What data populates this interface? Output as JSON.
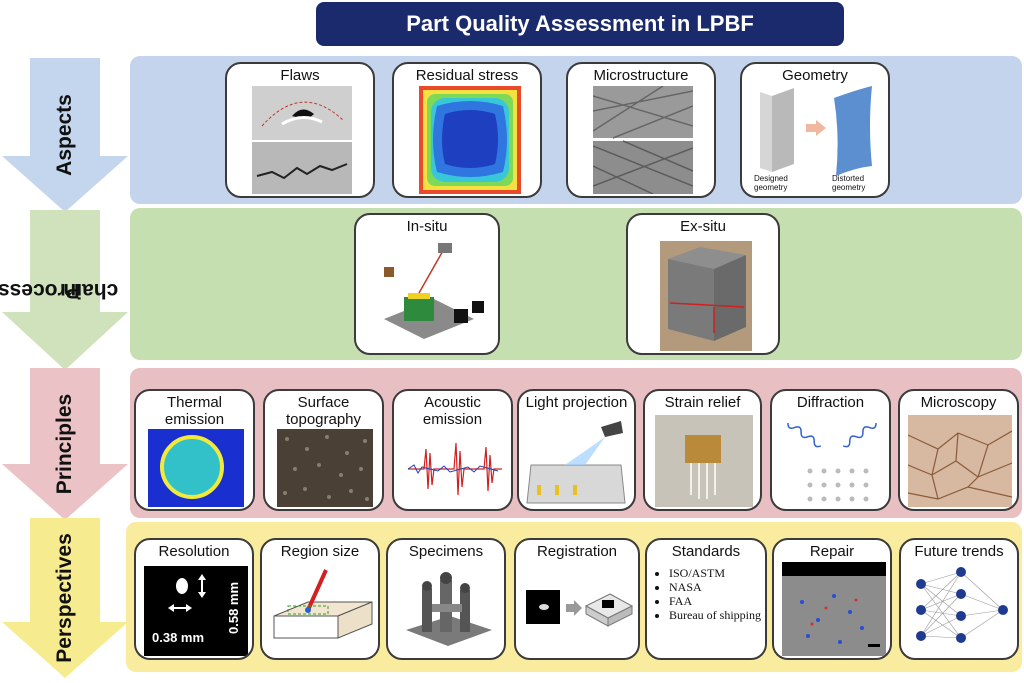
{
  "title": "Part Quality Assessment in LPBF",
  "rows": {
    "aspects": {
      "label": "Aspects"
    },
    "process": {
      "label_line1": "Process",
      "label_line2": "chain"
    },
    "principles": {
      "label": "Principles"
    },
    "perspectives": {
      "label": "Perspectives"
    }
  },
  "aspects": [
    "Flaws",
    "Residual stress",
    "Microstructure",
    "Geometry"
  ],
  "geometry_labels": {
    "designed": "Designed geometry",
    "distorted": "Distorted geometry"
  },
  "process": [
    "In-situ",
    "Ex-situ"
  ],
  "principles": {
    "thermal_1": "Thermal",
    "thermal_2": "emission",
    "surface_1": "Surface",
    "surface_2": "topography",
    "acoustic_1": "Acoustic",
    "acoustic_2": "emission",
    "light": "Light projection",
    "strain": "Strain relief",
    "diffraction": "Diffraction",
    "microscopy": "Microscopy"
  },
  "perspectives": {
    "resolution": "Resolution",
    "resolution_w": "0.38 mm",
    "resolution_h": "0.58 mm",
    "region": "Region size",
    "specimens": "Specimens",
    "registration": "Registration",
    "standards": "Standards",
    "standards_items": [
      "ISO/ASTM",
      "NASA",
      "FAA",
      "Bureau of shipping"
    ],
    "repair": "Repair",
    "future": "Future trends"
  },
  "colors": {
    "title_bg": "#1a2a6c",
    "aspects_band": "#c3d4ec",
    "process_band": "#c6dfb1",
    "principles_band": "#e8bfc3",
    "perspectives_band": "#f9ec9e",
    "arrow_blue": "#c4d6ee",
    "arrow_green": "#cfe2bc",
    "arrow_pink": "#ebc3c6",
    "arrow_yellow": "#f7eb8f"
  }
}
